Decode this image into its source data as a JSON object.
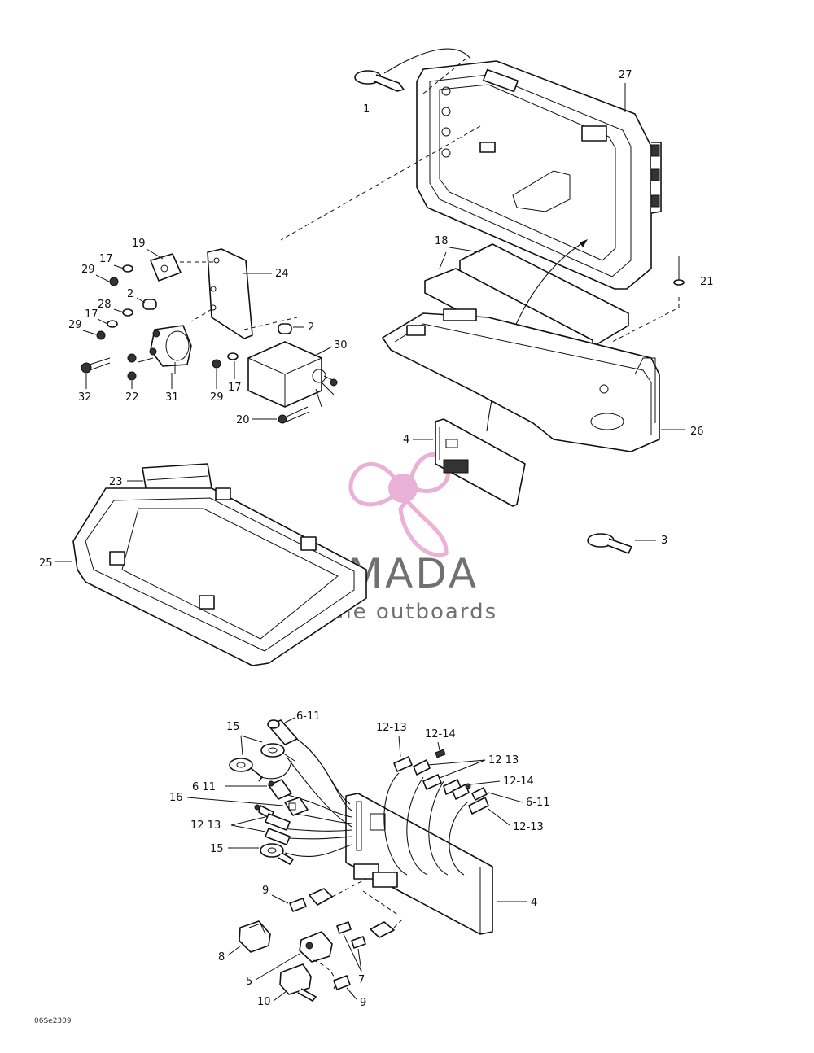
{
  "watermark": {
    "brand": "ARMADA",
    "tagline": "marine outboards",
    "logo_color": "#e7a4cf"
  },
  "drawing_code": "06Se2309",
  "callouts": {
    "c1": "1",
    "c27": "27",
    "c18": "18",
    "c21": "21",
    "c19": "19",
    "c24": "24",
    "c17a": "17",
    "c29a": "29",
    "c2a": "2",
    "c28": "28",
    "c17b": "17",
    "c29b": "29",
    "c2b": "2",
    "c30": "30",
    "c32": "32",
    "c22": "22",
    "c31": "31",
    "c29c": "29",
    "c17c": "17",
    "c20": "20",
    "c26": "26",
    "c4a": "4",
    "c23": "23",
    "c3": "3",
    "c25": "25",
    "c15a": "15",
    "c611a": "6-11",
    "c1213a": "12-13",
    "c1214a": "12-14",
    "c1213b": "12 13",
    "c611b": "6 11",
    "c1214b": "12-14",
    "c16": "16",
    "c611c": "6-11",
    "c1213c": "12 13",
    "c1213d": "12-13",
    "c15b": "15",
    "c9a": "9",
    "c4b": "4",
    "c8": "8",
    "c7": "7",
    "c5": "5",
    "c10": "10",
    "c9b": "9"
  }
}
